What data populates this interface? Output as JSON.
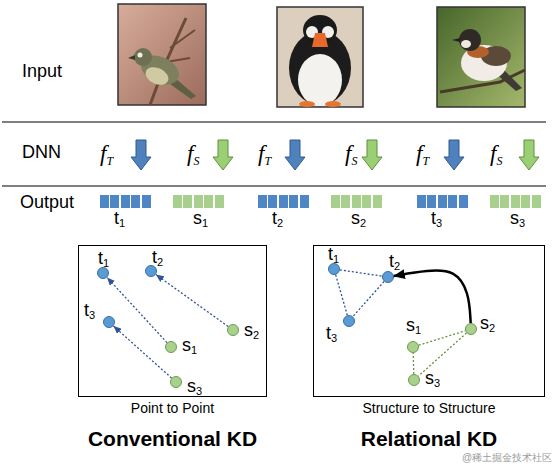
{
  "diagram": {
    "nodes": [
      {
        "text": [
          "t1"
        ]
      },
      {
        "text": [
          "s1"
        ]
      },
      {
        "text": [
          "t2"
        ]
      },
      {
        "text": [
          "s2"
        ]
      },
      {
        "text": [
          "t3"
        ]
      },
      {
        "text": [
          "s3"
        ]
      },
      {
        "text": [
          "Point to Point",
          "Conventional KD"
        ]
      },
      {
        "text": [
          "t1"
        ],
        "in": 6
      },
      {
        "text": [
          "t2"
        ],
        "in": 6
      },
      {
        "text": [
          "t3"
        ],
        "in": 6
      },
      {
        "text": [
          "s1"
        ],
        "in": 6
      },
      {
        "text": [
          "s2"
        ],
        "in": 6
      },
      {
        "text": [
          "s3"
        ],
        "in": 6
      },
      {
        "text": [
          "Structure to Structure",
          "Relational KD"
        ]
      },
      {
        "text": [
          "t1"
        ],
        "in": 13
      },
      {
        "text": [
          "t2"
        ],
        "in": 13
      },
      {
        "text": [
          "t3"
        ],
        "in": 13
      },
      {
        "text": [
          "s1"
        ],
        "in": 13
      },
      {
        "text": [
          "s2"
        ],
        "in": 13
      },
      {
        "text": [
          "s3"
        ],
        "in": 13
      }
    ],
    "edges": [
      {
        "from": 10,
        "to": 7,
        "arrow": "to"
      },
      {
        "from": 11,
        "to": 8,
        "arrow": "to"
      },
      {
        "from": 12,
        "to": 9,
        "arrow": "to"
      },
      {
        "from": 14,
        "to": 15,
        "arrow": "none"
      },
      {
        "from": 15,
        "to": 16,
        "arrow": "none"
      },
      {
        "from": 16,
        "to": 14,
        "arrow": "none"
      },
      {
        "from": 17,
        "to": 18,
        "arrow": "none"
      },
      {
        "from": 18,
        "to": 19,
        "arrow": "none"
      },
      {
        "from": 19,
        "to": 17,
        "arrow": "none"
      },
      {
        "from": 18,
        "to": 15,
        "arrow": "to"
      }
    ],
    "labels": [
      "Input",
      "DNN",
      "Output",
      "fT",
      "fS",
      "fT",
      "fS",
      "fT",
      "fS",
      "@稀土掘金技术社区"
    ]
  }
}
